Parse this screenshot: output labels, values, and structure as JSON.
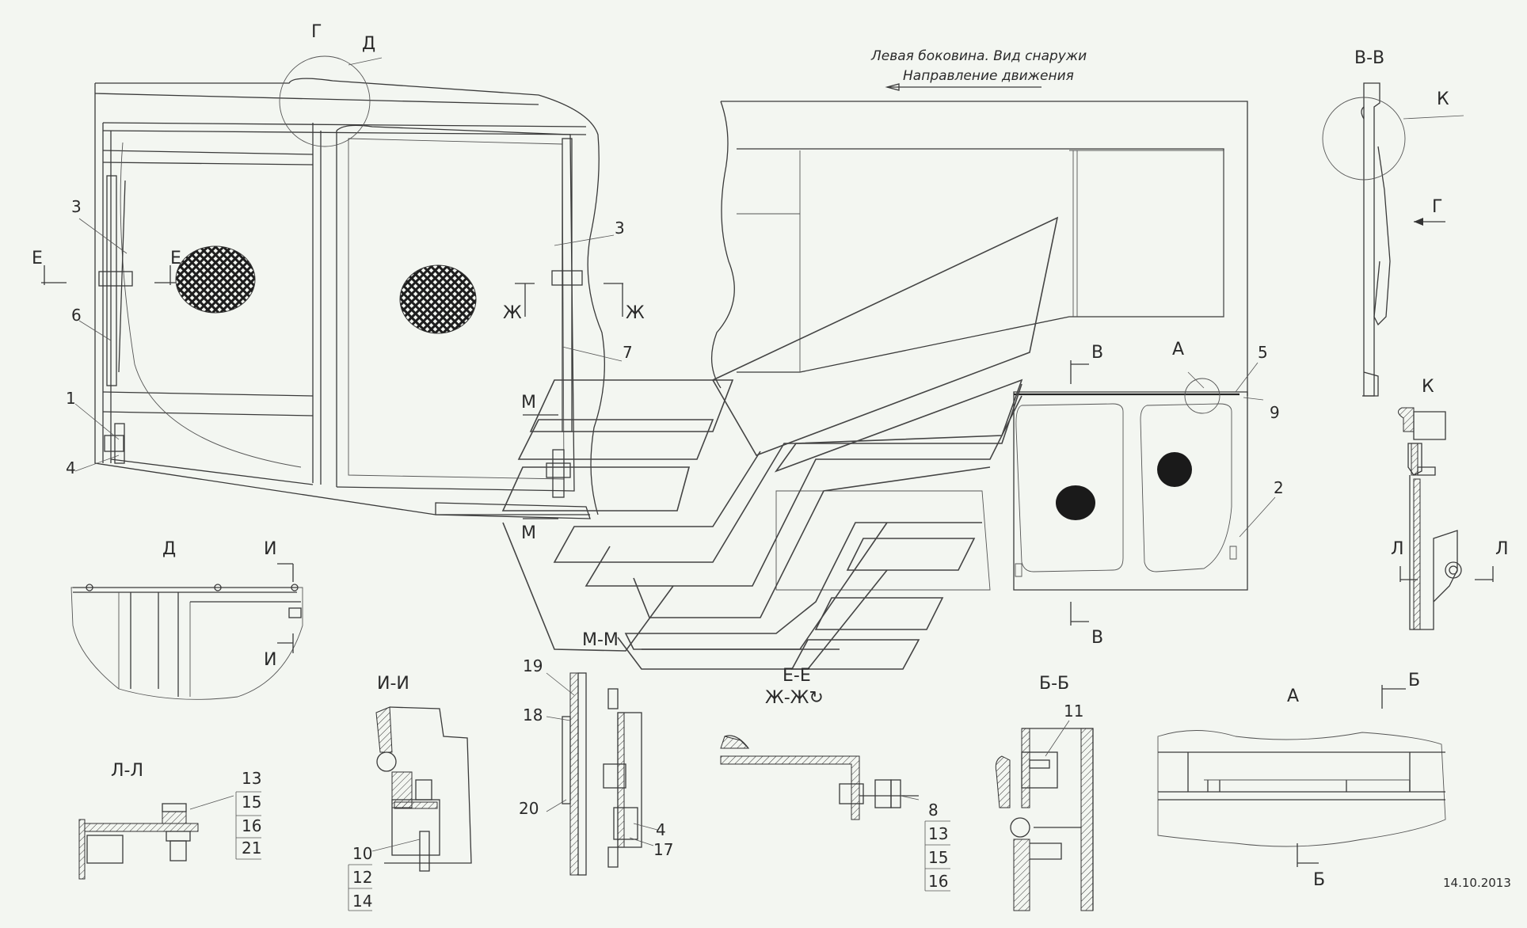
{
  "header": {
    "note_side": "Левая боковина. Вид снаружи",
    "note_direction": "Направление движения"
  },
  "view_letters": {
    "G": "Г",
    "D": "Д",
    "E": "Е",
    "ZH": "Ж",
    "M": "М",
    "V": "В",
    "A": "А",
    "K": "К",
    "L": "Л",
    "I": "И",
    "B": "Б"
  },
  "sections": {
    "V_V": "В-В",
    "K": "К",
    "D": "Д",
    "I_I": "И-И",
    "L_L": "Л-Л",
    "M_M": "М-М",
    "E_E": "Е-Е",
    "ZH_ZH": "Ж-Ж↻",
    "B_B": "Б-Б",
    "A": "А"
  },
  "callouts": {
    "n1": "1",
    "n2": "2",
    "n3": "3",
    "n4": "4",
    "n5": "5",
    "n6": "6",
    "n7": "7",
    "n8": "8",
    "n9": "9",
    "n10": "10",
    "n11": "11",
    "n12": "12",
    "n13": "13",
    "n14": "14",
    "n15": "15",
    "n16": "16",
    "n17": "17",
    "n18": "18",
    "n19": "19",
    "n20": "20",
    "n21": "21"
  },
  "date": "14.10.2013"
}
